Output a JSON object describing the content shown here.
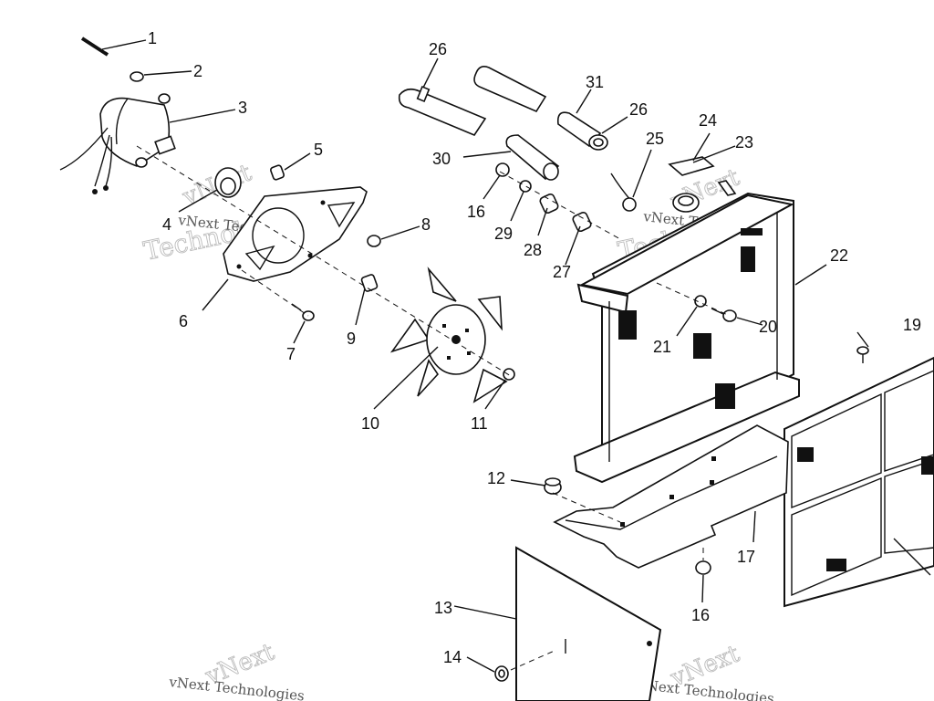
{
  "callouts": [
    {
      "id": "c1",
      "text": "1"
    },
    {
      "id": "c2",
      "text": "2"
    },
    {
      "id": "c3",
      "text": "3"
    },
    {
      "id": "c4",
      "text": "4"
    },
    {
      "id": "c5",
      "text": "5"
    },
    {
      "id": "c6",
      "text": "6"
    },
    {
      "id": "c7",
      "text": "7"
    },
    {
      "id": "c8",
      "text": "8"
    },
    {
      "id": "c9",
      "text": "9"
    },
    {
      "id": "c10",
      "text": "10"
    },
    {
      "id": "c11",
      "text": "11"
    },
    {
      "id": "c12",
      "text": "12"
    },
    {
      "id": "c13",
      "text": "13"
    },
    {
      "id": "c14",
      "text": "14"
    },
    {
      "id": "c16a",
      "text": "16"
    },
    {
      "id": "c16b",
      "text": "16"
    },
    {
      "id": "c17",
      "text": "17"
    },
    {
      "id": "c19",
      "text": "19"
    },
    {
      "id": "c20",
      "text": "20"
    },
    {
      "id": "c21",
      "text": "21"
    },
    {
      "id": "c22",
      "text": "22"
    },
    {
      "id": "c23",
      "text": "23"
    },
    {
      "id": "c24",
      "text": "24"
    },
    {
      "id": "c25",
      "text": "25"
    },
    {
      "id": "c26a",
      "text": "26"
    },
    {
      "id": "c26b",
      "text": "26"
    },
    {
      "id": "c27",
      "text": "27"
    },
    {
      "id": "c28",
      "text": "28"
    },
    {
      "id": "c29",
      "text": "29"
    },
    {
      "id": "c30",
      "text": "30"
    },
    {
      "id": "c31",
      "text": "31"
    }
  ],
  "watermark": {
    "brand": "vNext",
    "company": "Technologies",
    "full": "vNext Technologies"
  }
}
